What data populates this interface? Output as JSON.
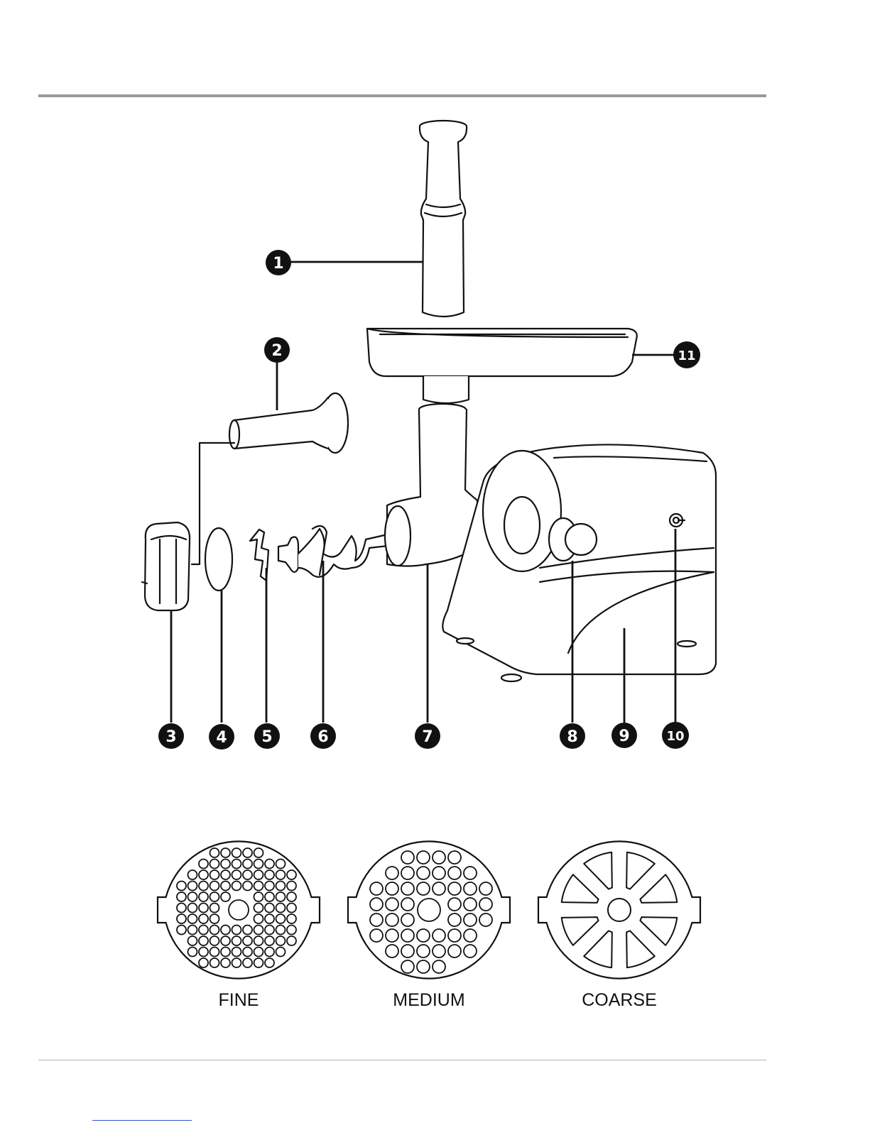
{
  "callouts": [
    {
      "id": "1",
      "label": "1"
    },
    {
      "id": "2",
      "label": "2"
    },
    {
      "id": "3",
      "label": "3"
    },
    {
      "id": "4",
      "label": "4"
    },
    {
      "id": "5",
      "label": "5"
    },
    {
      "id": "6",
      "label": "6"
    },
    {
      "id": "7",
      "label": "7"
    },
    {
      "id": "8",
      "label": "8"
    },
    {
      "id": "9",
      "label": "9"
    },
    {
      "id": "10",
      "label": "10"
    },
    {
      "id": "11",
      "label": "11"
    }
  ],
  "plates": [
    {
      "name": "FINE"
    },
    {
      "name": "MEDIUM"
    },
    {
      "name": "COARSE"
    }
  ]
}
